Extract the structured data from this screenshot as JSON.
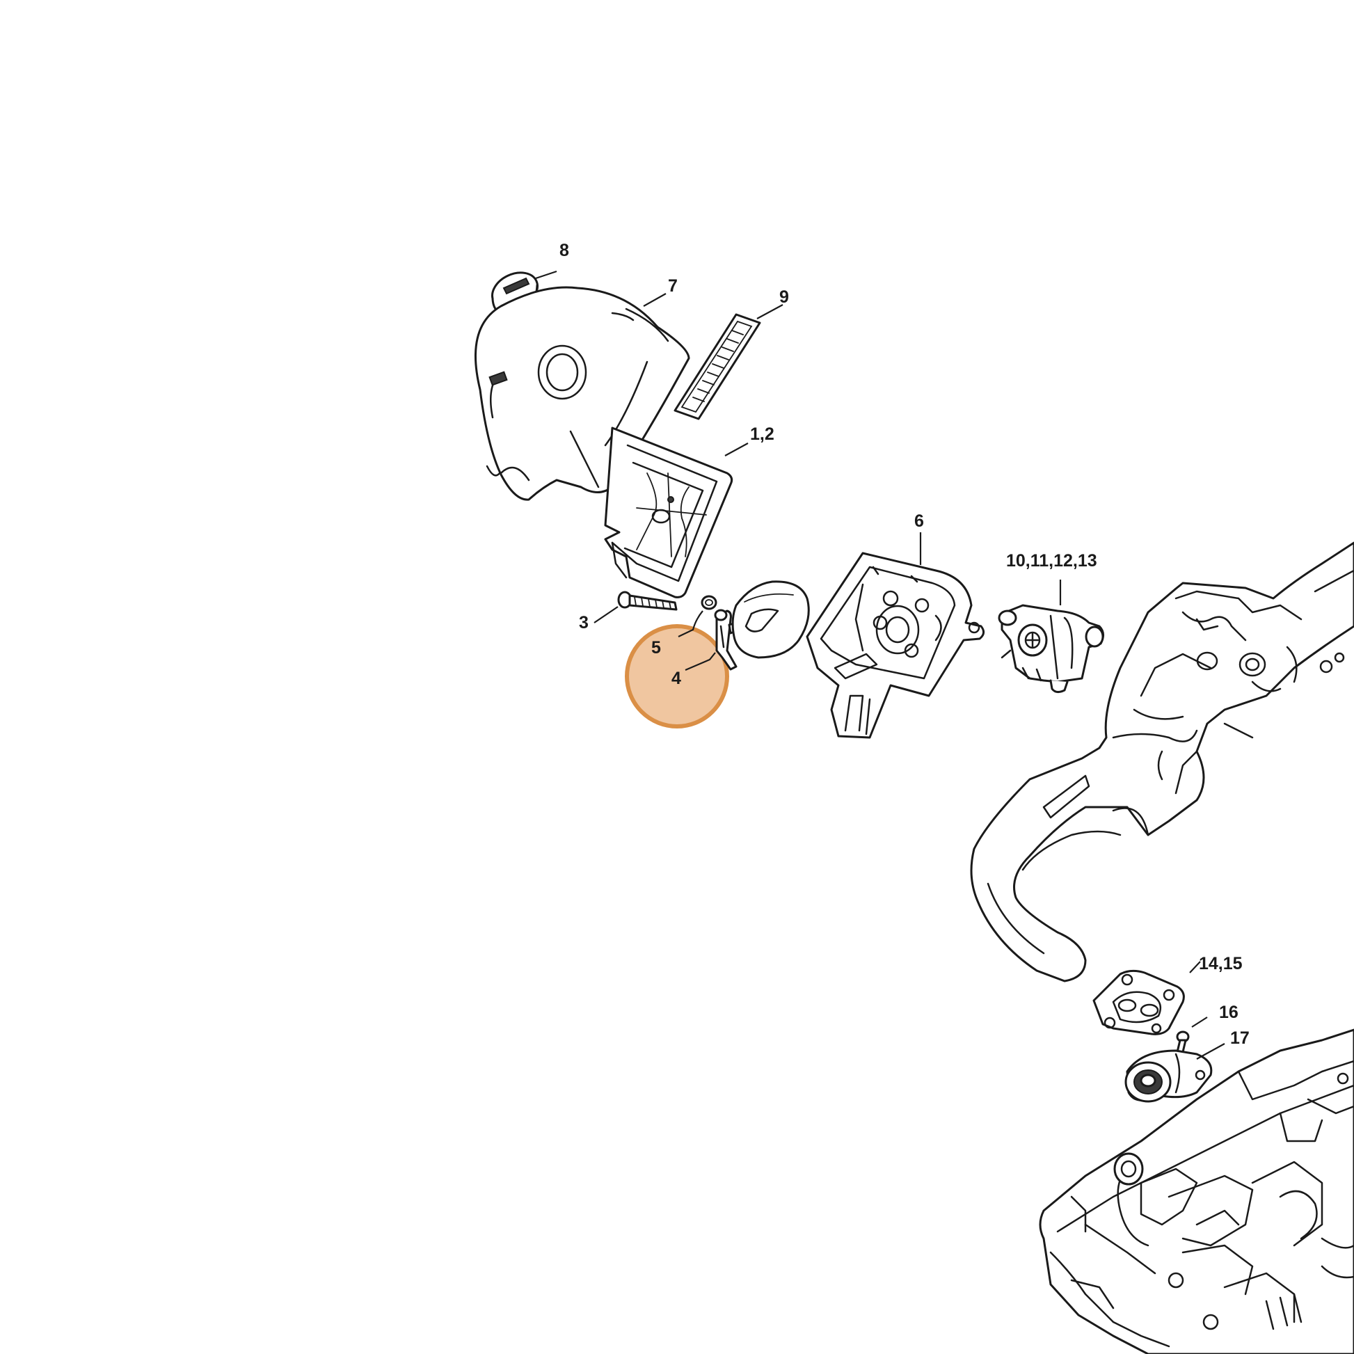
{
  "highlight": {
    "color": "#d98a3d",
    "fill": "#f0c39b",
    "selected_callout": "4"
  },
  "callouts": [
    {
      "id": "c8",
      "label": "8"
    },
    {
      "id": "c7",
      "label": "7"
    },
    {
      "id": "c9",
      "label": "9"
    },
    {
      "id": "c12",
      "label": "1,2"
    },
    {
      "id": "c6",
      "label": "6"
    },
    {
      "id": "c10",
      "label": "10,11,12,13"
    },
    {
      "id": "c3",
      "label": "3"
    },
    {
      "id": "c5",
      "label": "5"
    },
    {
      "id": "c4",
      "label": "4"
    },
    {
      "id": "c14",
      "label": "14,15"
    },
    {
      "id": "c16",
      "label": "16"
    },
    {
      "id": "c17",
      "label": "17"
    }
  ]
}
